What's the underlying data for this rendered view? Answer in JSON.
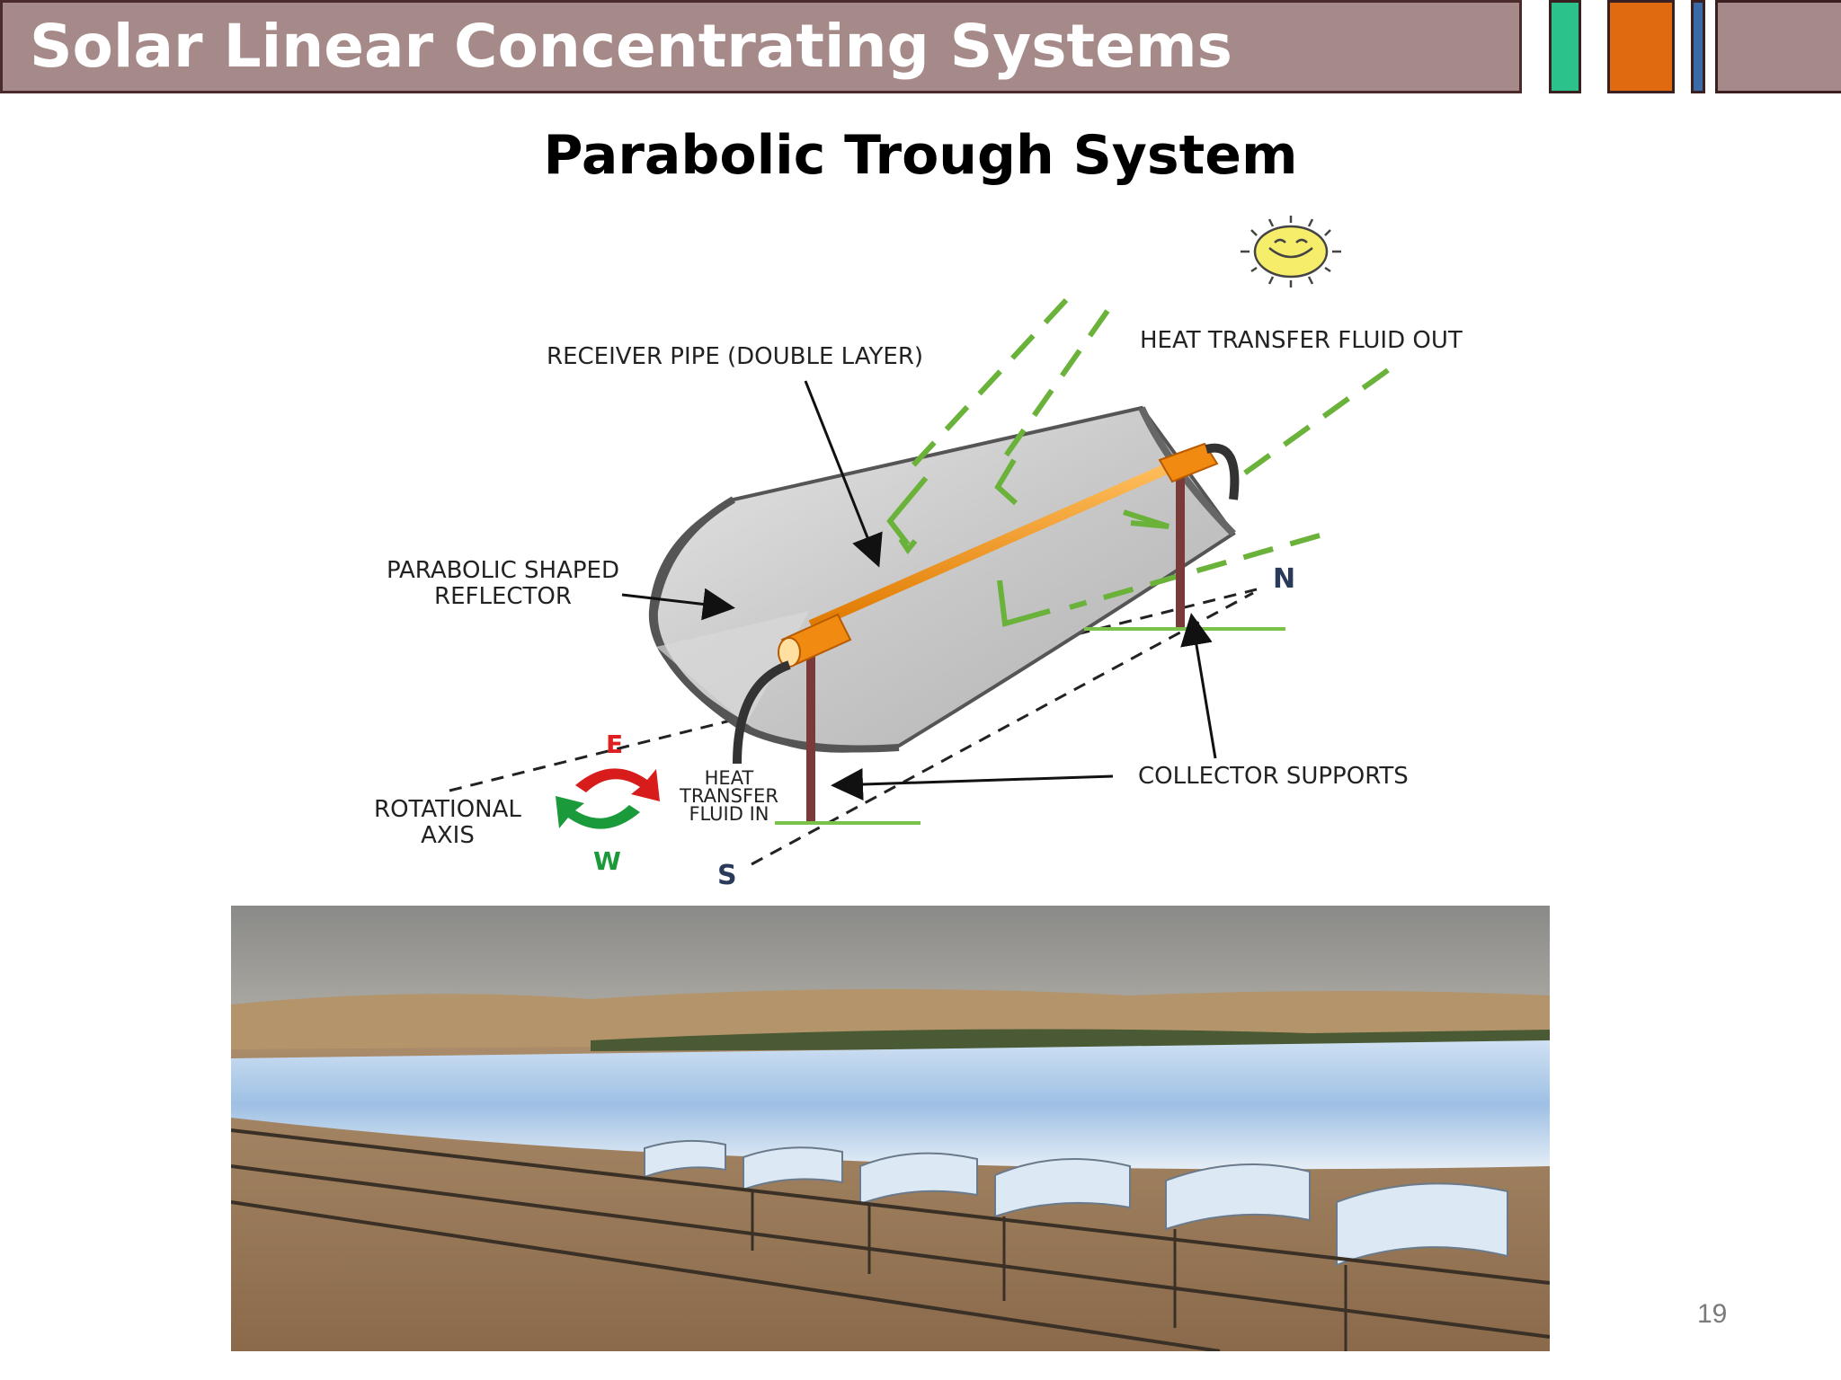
{
  "slide": {
    "title": "Solar Linear Concentrating Systems",
    "subtitle": "Parabolic Trough System",
    "page_number": "19"
  },
  "diagram": {
    "labels": {
      "receiver_pipe": "RECEIVER PIPE (DOUBLE LAYER)",
      "fluid_out": "HEAT TRANSFER FLUID OUT",
      "reflector_line1": "PARABOLIC SHAPED",
      "reflector_line2": "REFLECTOR",
      "rotational_line1": "ROTATIONAL",
      "rotational_line2": "AXIS",
      "fluid_in_line1": "HEAT",
      "fluid_in_line2": "TRANSFER",
      "fluid_in_line3": "FLUID IN",
      "collector_supports": "COLLECTOR SUPPORTS",
      "north": "N",
      "south": "S",
      "east": "E",
      "west": "W"
    }
  },
  "colors": {
    "title_bar": "#a68a8a",
    "accent_green": "#2bc28b",
    "accent_orange": "#e06a10",
    "accent_blue": "#3a6aa8",
    "ray_green": "#6ab23a",
    "pipe_orange": "#f29a1a"
  }
}
